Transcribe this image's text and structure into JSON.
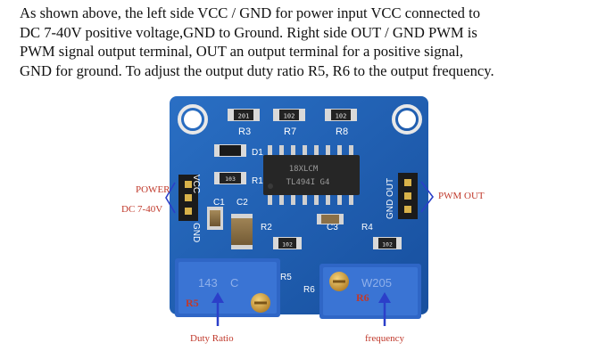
{
  "description": {
    "lines": [
      "As shown above, the left side VCC / GND for power input VCC connected to",
      "DC 7-40V positive voltage,GND to Ground. Right side OUT / GND PWM is",
      "PWM signal output terminal, OUT an output terminal for a positive signal,",
      "GND for  ground. To adjust the output duty ratio R5, R6 to the output frequency."
    ]
  },
  "annotations": {
    "power": "POWER",
    "dc_range": "DC 7-40V",
    "pwm_out": "PWM OUT",
    "duty_ratio": "Duty Ratio",
    "frequency": "frequency"
  },
  "board": {
    "silk": {
      "r3": "R3",
      "r7": "R7",
      "r8": "R8",
      "d1": "D1",
      "r1": "R1",
      "c1": "C1",
      "c2": "C2",
      "r2": "R2",
      "c3": "C3",
      "r4": "R4",
      "r5": "R5",
      "r6": "R6",
      "vcc": "VCC",
      "gnd_left": "GND",
      "gnd_out": "GND OUT"
    },
    "resistor_codes": {
      "r3": "201",
      "r7": "102",
      "r8": "102",
      "r1": "103",
      "r2": "102",
      "r4": "102"
    },
    "chip": {
      "line1": "18XLCM",
      "line2": "TL494I  G4"
    },
    "pot_left": {
      "code": "143",
      "letter": "C",
      "label": "R5"
    },
    "pot_right": {
      "code": "W205",
      "label": "R6"
    }
  },
  "colors": {
    "pcb": "#1f5fb3",
    "pcb_dark": "#164a93",
    "annotation": "#c0392b",
    "arrow": "#2b3fc9",
    "pot": "#2f66c6"
  }
}
